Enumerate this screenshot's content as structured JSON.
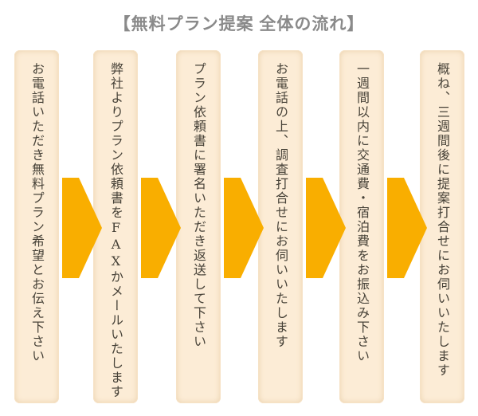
{
  "title": "【無料プラン提案 全体の流れ】",
  "flow": {
    "steps": [
      "お電話いただき無料プラン希望とお伝え下さい",
      "弊社よりプラン依頼書をFAXかメールいたします",
      "プラン依頼書に署名いただき返送して下さい",
      "お電話の上、調査打合せにお伺いいたします",
      "一週間以内に交通費・宿泊費をお振込み下さい",
      "概ね、三週間後に提案打合せにお伺いいたします"
    ]
  },
  "icons": {
    "flow_arrow": "arrow-right"
  },
  "colors": {
    "arrow": "#f9ae00",
    "panel_bg": "#fcecd6",
    "panel_edge": "#e8cda5",
    "title_text": "#8a8a8a",
    "step_text": "#474238",
    "page_bg": "#ffffff"
  }
}
